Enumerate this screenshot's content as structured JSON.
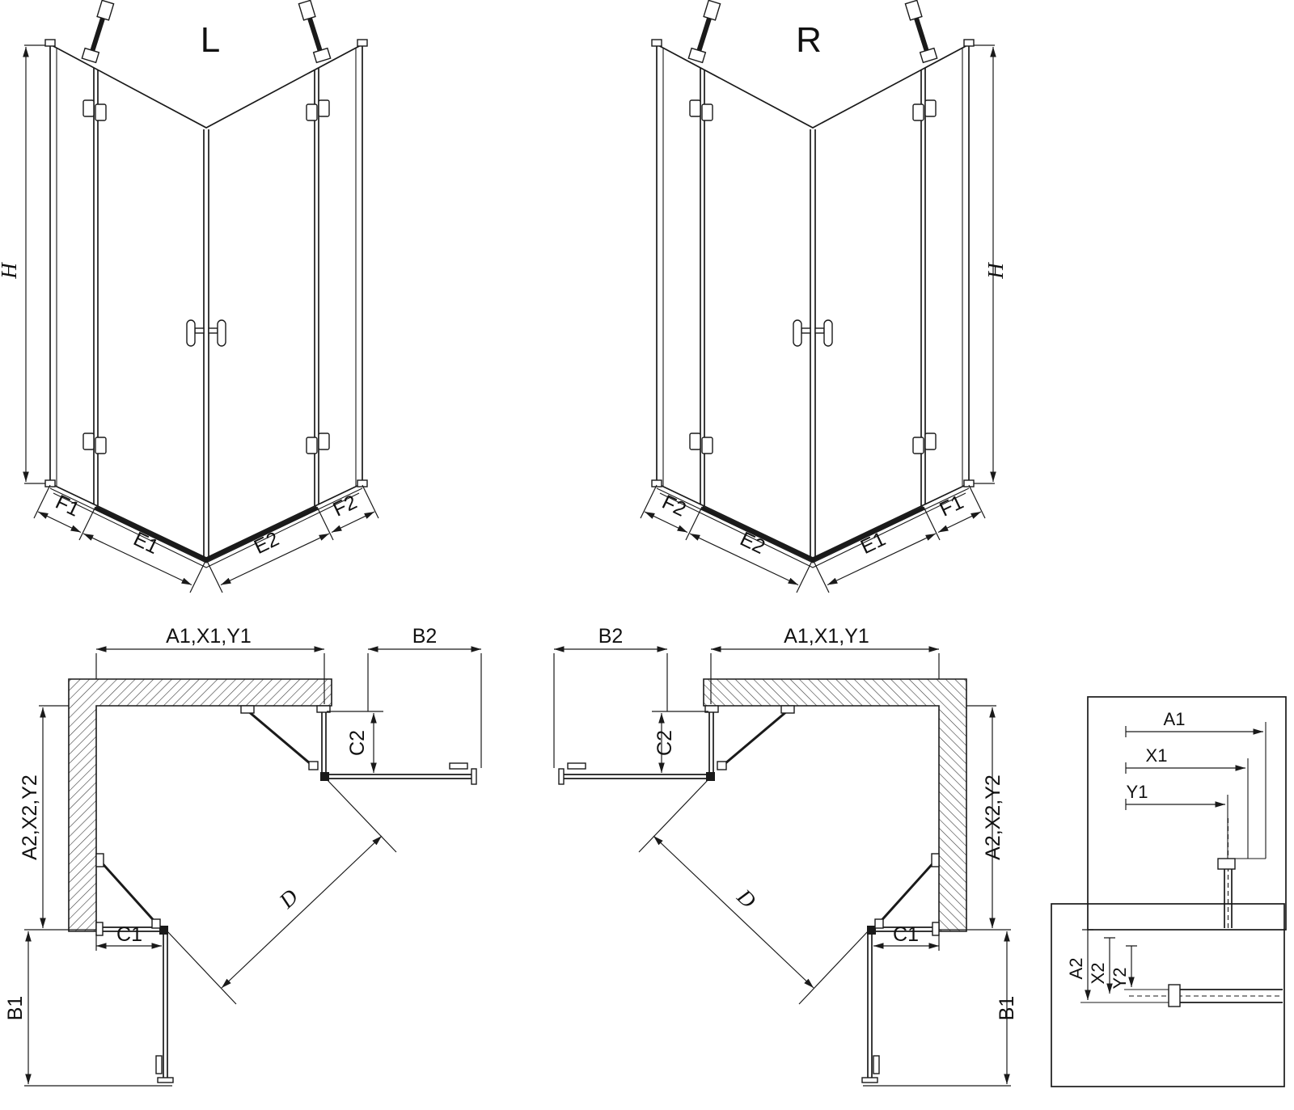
{
  "views": {
    "front_left": {
      "label": "L",
      "dim_height": "H",
      "dim_f1": "F1",
      "dim_e1": "E1",
      "dim_e2": "E2",
      "dim_f2": "F2"
    },
    "front_right": {
      "label": "R",
      "dim_height": "H",
      "dim_f1": "F1",
      "dim_e1": "E1",
      "dim_e2": "E2",
      "dim_f2": "F2"
    },
    "plan_left": {
      "dim_width": "A1,X1,Y1",
      "dim_door_side": "B2",
      "dim_fixed_side": "C2",
      "dim_depth": "A2,X2,Y2",
      "dim_fixed_bottom": "C1",
      "dim_door_bottom": "B1",
      "dim_diagonal": "D"
    },
    "plan_right": {
      "dim_width": "A1,X1,Y1",
      "dim_door_side": "B2",
      "dim_fixed_side": "C2",
      "dim_depth": "A2,X2,Y2",
      "dim_fixed_bottom": "C1",
      "dim_door_bottom": "B1",
      "dim_diagonal": "D"
    },
    "detail_width": {
      "dim_a1": "A1",
      "dim_x1": "X1",
      "dim_y1": "Y1"
    },
    "detail_depth": {
      "dim_a2": "A2",
      "dim_x2": "X2",
      "dim_y2": "Y2"
    }
  },
  "colors": {
    "line": "#1a1a1a",
    "background": "#ffffff"
  }
}
